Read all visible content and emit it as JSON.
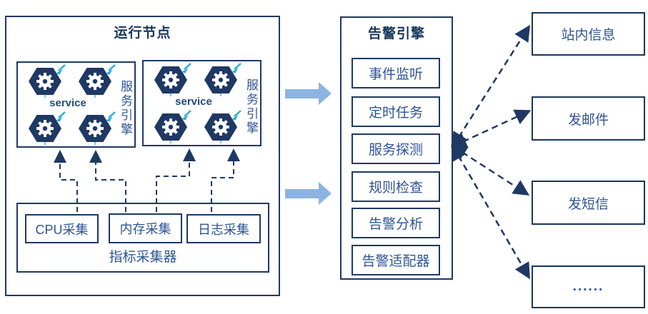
{
  "left_panel": {
    "title": "运行节点",
    "service_groups": [
      {
        "label": "service",
        "side_label": "服务引擎"
      },
      {
        "label": "service",
        "side_label": "服务引擎"
      }
    ],
    "collector": {
      "title": "指标采集器",
      "items": [
        "CPU采集",
        "内存采集",
        "日志采集"
      ]
    }
  },
  "alert_engine": {
    "title": "告警引擎",
    "items": [
      "事件监听",
      "定时任务",
      "服务探测",
      "规则检查",
      "告警分析",
      "告警适配器"
    ]
  },
  "outputs": [
    "站内信息",
    "发邮件",
    "发短信",
    "......"
  ],
  "icons": {
    "gear": "cog-in-hexagon",
    "gear_pointer": "cyan-arrow-down-left",
    "flow_arrow": "thick-right-arrow",
    "connector": "dashed-arrow"
  },
  "colors": {
    "border_navy": "#1f3864",
    "title_navy": "#17365d",
    "text_blue": "#2e5496",
    "flow_arrow_blue": "#8db3e2",
    "pointer_cyan": "#29abe2",
    "background": "#ffffff"
  }
}
